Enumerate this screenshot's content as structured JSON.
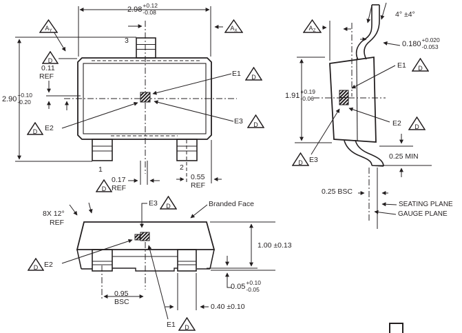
{
  "drawing": {
    "datums": {
      "d": "D",
      "a": "A",
      "y": "Y",
      "x": "X",
      "z": "Z"
    },
    "top_view": {
      "pin1": "1",
      "pin2": "2",
      "pin3": "3",
      "e1": "E1",
      "e2": "E2",
      "e3": "E3",
      "width": {
        "v": "2.98",
        "p": "+0.12",
        "m": "-0.08"
      },
      "height": {
        "v": "2.90",
        "p": "+0.10",
        "m": "-0.20"
      },
      "offset": {
        "v": "0.11",
        "ref": "REF"
      },
      "pad_offset": {
        "v": "0.17",
        "ref": "REF"
      },
      "lead_edge": {
        "v": "0.55",
        "ref": "REF"
      }
    },
    "front_view": {
      "e1": "E1",
      "e2": "E2",
      "e3": "E3",
      "draft_angle": "8X 12°",
      "draft_ref": "REF",
      "branded_face": "Branded Face",
      "pitch": {
        "v": "0.95",
        "bsc": "BSC"
      },
      "body_height": "1.00 ±0.13",
      "standoff": {
        "v": "0.05",
        "p": "+0.10",
        "m": "-0.05"
      },
      "lead_width": "0.40 ±0.10"
    },
    "side_view": {
      "e1": "E1",
      "e2": "E2",
      "e3": "E3",
      "lead_angle": "4° ±4°",
      "lead_thickness": {
        "v": "0.180",
        "p": "+0.020",
        "m": "-0.053"
      },
      "body_width": {
        "v": "1.91",
        "p": "+0.19",
        "m": "-0.06"
      },
      "foot": "0.25 MIN",
      "gauge": "0.25 BSC",
      "seating_plane": "SEATING PLANE",
      "gauge_plane": "GAUGE PLANE"
    }
  }
}
